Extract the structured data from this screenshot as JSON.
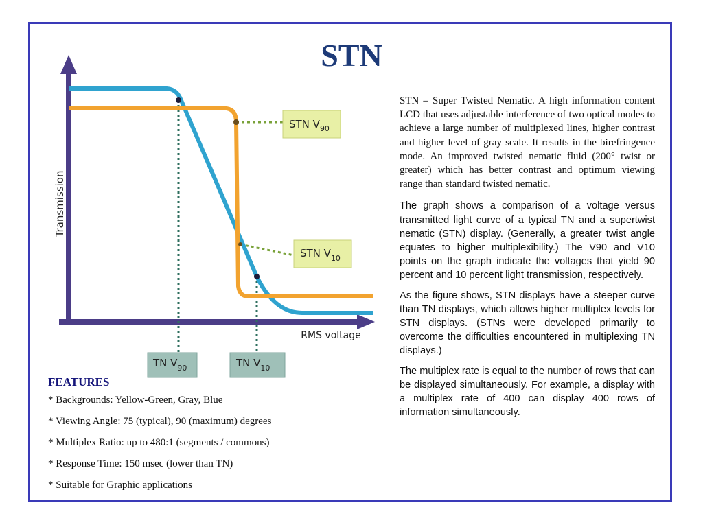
{
  "title": "STN",
  "diagram": {
    "y_axis_label": "Transmission",
    "x_axis_label": "RMS voltage",
    "labels": {
      "stn_v90": {
        "main": "STN V",
        "sub": "90"
      },
      "stn_v10": {
        "main": "STN V",
        "sub": "10"
      },
      "tn_v90": {
        "main": "TN V",
        "sub": "90"
      },
      "tn_v10": {
        "main": "TN V",
        "sub": "10"
      }
    },
    "colors": {
      "axis": "#4b3d87",
      "tn_curve": "#2fa3cf",
      "stn_curve": "#f2a32f",
      "label_box_stn": "#e8f0a6",
      "label_box_tn": "#9fc0b8",
      "leader": "#7aa23a",
      "tn_dotted": "#2f6f5f"
    }
  },
  "features": {
    "heading": "FEATURES",
    "items": [
      "* Backgrounds: Yellow-Green, Gray, Blue",
      "* Viewing Angle: 75 (typical), 90 (maximum) degrees",
      "* Multiplex Ratio: up to 480:1 (segments / commons)",
      "* Response Time: 150 msec (lower than TN)",
      "* Suitable for Graphic applications"
    ]
  },
  "paragraphs": [
    "STN  – Super Twisted Nematic. A high information content LCD that uses adjustable interference of two optical modes to achieve a large number of multiplexed lines, higher contrast and higher level of gray scale. It results in the birefringence mode. An improved twisted nematic fluid (200° twist or greater) which has better contrast and optimum viewing range than standard twisted nematic.",
    "The graph shows a comparison of a voltage versus transmitted light curve of a typical TN and a supertwist nematic (STN) display. (Generally, a greater twist angle equates to higher multiplexibility.) The V90 and V10 points on the graph indicate the voltages that yield 90 percent and 10 percent light transmission, respectively.",
    "As the figure shows, STN displays have a steeper curve than TN displays, which allows higher multiplex levels for STN displays. (STNs were developed primarily to overcome the difficulties encountered in multiplexing TN displays.)",
    "The multiplex rate is equal to the number of rows that can be displayed simultaneously. For example, a display with a multiplex rate of 400 can display 400 rows of information simultaneously."
  ]
}
